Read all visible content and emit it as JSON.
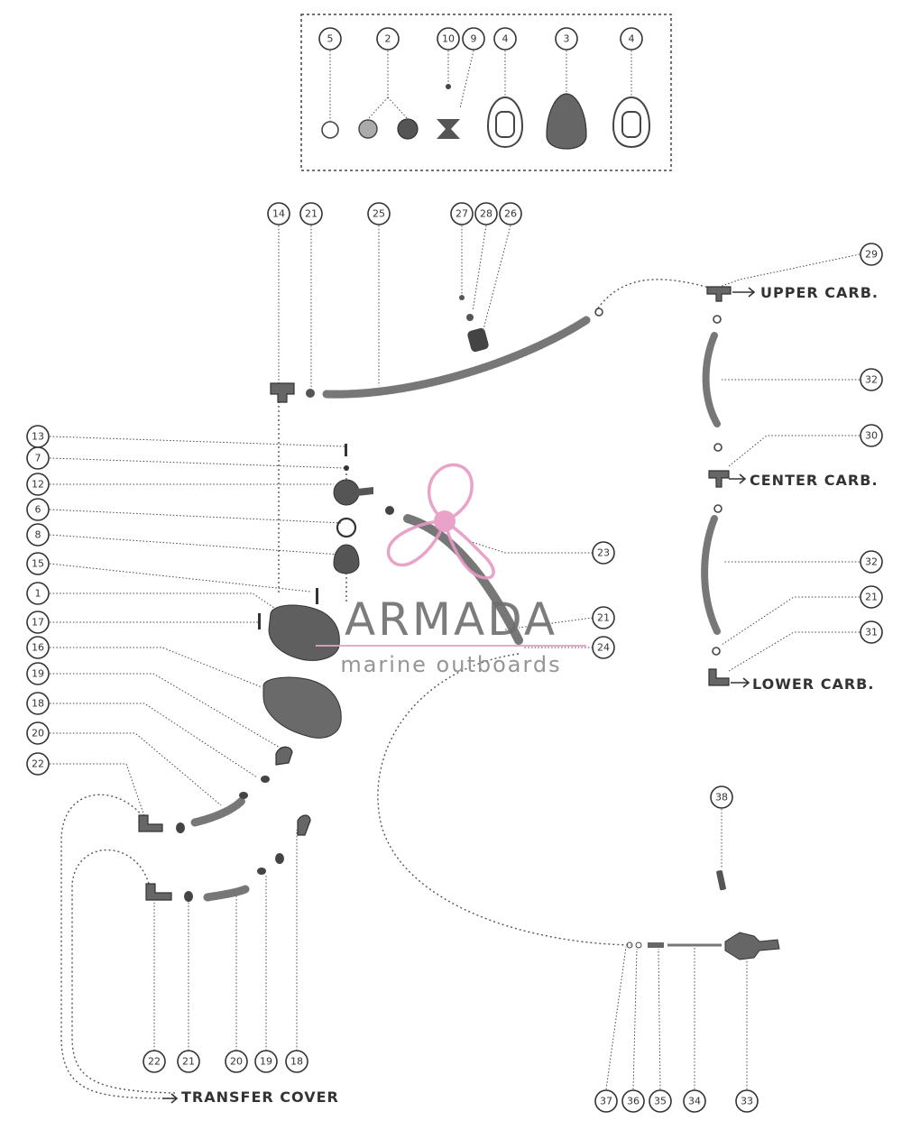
{
  "callouts": [
    {
      "id": "c-inset-5",
      "label": "5"
    },
    {
      "id": "c-inset-2",
      "label": "2"
    },
    {
      "id": "c-inset-10",
      "label": "10"
    },
    {
      "id": "c-inset-9",
      "label": "9"
    },
    {
      "id": "c-inset-4a",
      "label": "4"
    },
    {
      "id": "c-inset-3",
      "label": "3"
    },
    {
      "id": "c-inset-4b",
      "label": "4"
    },
    {
      "id": "c-14",
      "label": "14"
    },
    {
      "id": "c-21-top",
      "label": "21"
    },
    {
      "id": "c-25",
      "label": "25"
    },
    {
      "id": "c-27",
      "label": "27"
    },
    {
      "id": "c-28",
      "label": "28"
    },
    {
      "id": "c-26",
      "label": "26"
    },
    {
      "id": "c-29",
      "label": "29"
    },
    {
      "id": "c-32-upper",
      "label": "32"
    },
    {
      "id": "c-30",
      "label": "30"
    },
    {
      "id": "c-32-lower",
      "label": "32"
    },
    {
      "id": "c-21-right",
      "label": "21"
    },
    {
      "id": "c-31",
      "label": "31"
    },
    {
      "id": "c-13",
      "label": "13"
    },
    {
      "id": "c-7",
      "label": "7"
    },
    {
      "id": "c-12",
      "label": "12"
    },
    {
      "id": "c-6",
      "label": "6"
    },
    {
      "id": "c-8",
      "label": "8"
    },
    {
      "id": "c-15",
      "label": "15"
    },
    {
      "id": "c-1",
      "label": "1"
    },
    {
      "id": "c-17",
      "label": "17"
    },
    {
      "id": "c-16",
      "label": "16"
    },
    {
      "id": "c-19-left",
      "label": "19"
    },
    {
      "id": "c-18-left",
      "label": "18"
    },
    {
      "id": "c-20-left",
      "label": "20"
    },
    {
      "id": "c-22-left",
      "label": "22"
    },
    {
      "id": "c-23",
      "label": "23"
    },
    {
      "id": "c-21-mid",
      "label": "21"
    },
    {
      "id": "c-24",
      "label": "24"
    },
    {
      "id": "c-38",
      "label": "38"
    },
    {
      "id": "c-22-bottom",
      "label": "22"
    },
    {
      "id": "c-21-bottom",
      "label": "21"
    },
    {
      "id": "c-20-bottom",
      "label": "20"
    },
    {
      "id": "c-19-bottom",
      "label": "19"
    },
    {
      "id": "c-18-bottom",
      "label": "18"
    },
    {
      "id": "c-37",
      "label": "37"
    },
    {
      "id": "c-36",
      "label": "36"
    },
    {
      "id": "c-35",
      "label": "35"
    },
    {
      "id": "c-34",
      "label": "34"
    },
    {
      "id": "c-33",
      "label": "33"
    }
  ],
  "destinations": {
    "upper": "UPPER CARB.",
    "center": "CENTER CARB.",
    "lower": "LOWER CARB.",
    "transfer": "TRANSFER COVER"
  },
  "watermark": {
    "title": "ARMADA",
    "subtitle": "marine outboards",
    "logo_color": "#e79ac4",
    "line_color": "#e7a0c6"
  }
}
